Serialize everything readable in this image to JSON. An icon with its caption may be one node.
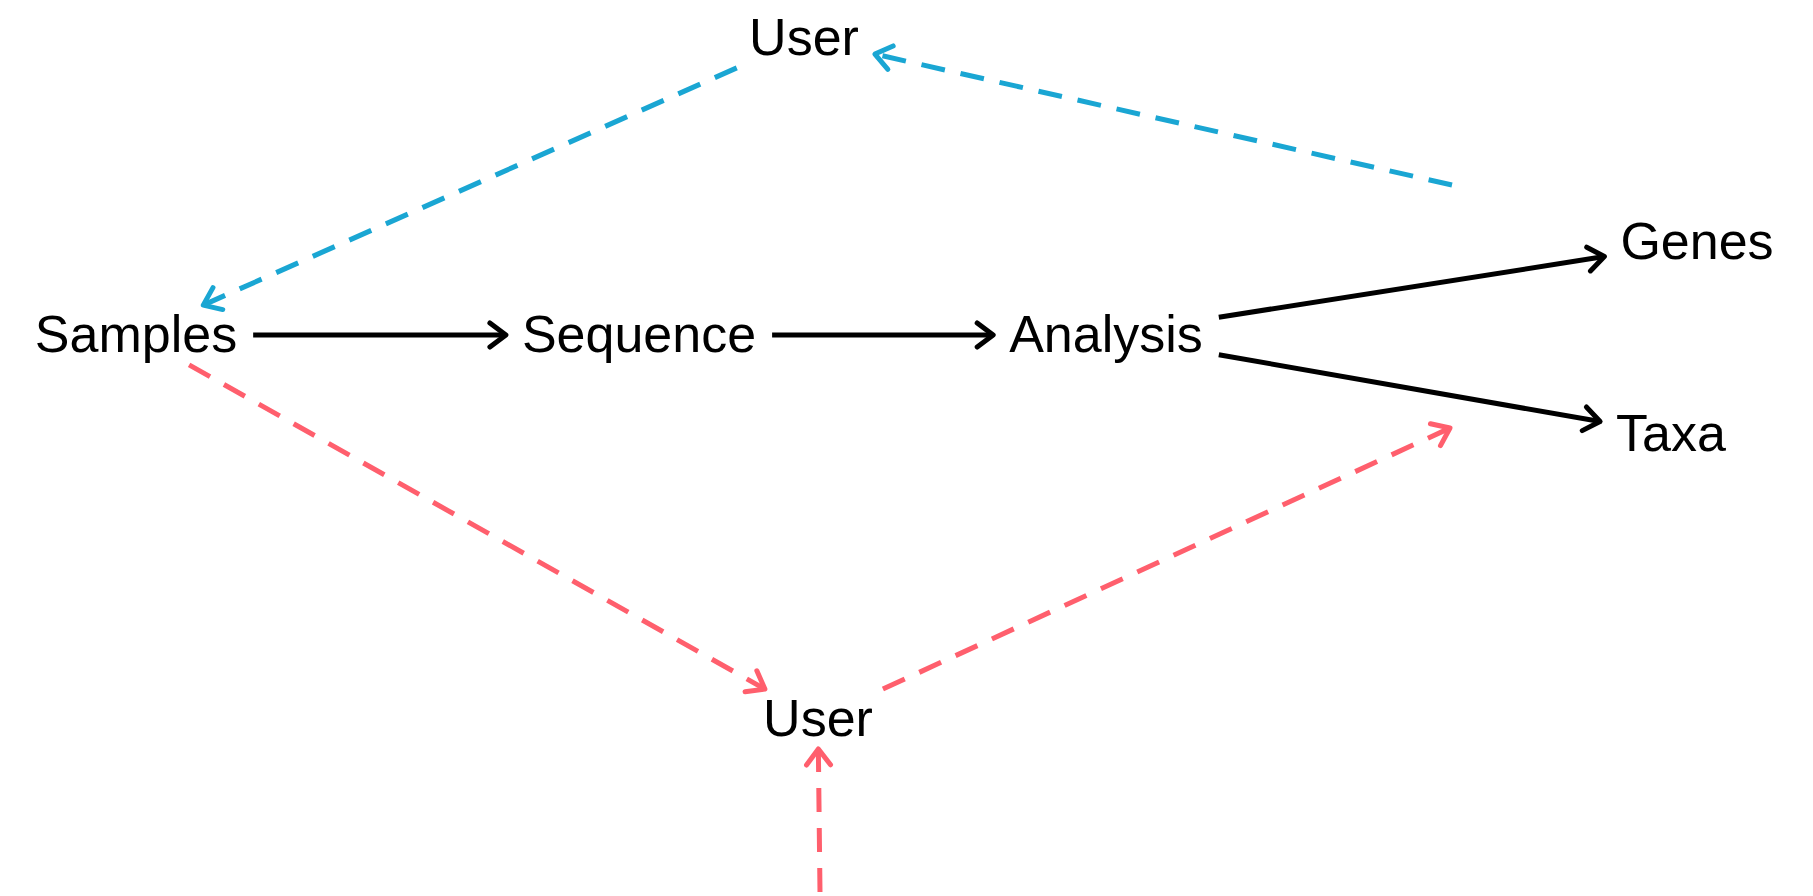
{
  "diagram": {
    "nodes": [
      {
        "text": [
          "User"
        ]
      },
      {
        "text": [
          "Samples"
        ]
      },
      {
        "text": [
          "Sequence"
        ]
      },
      {
        "text": [
          "Analysis"
        ]
      },
      {
        "text": [
          "Genes"
        ]
      },
      {
        "text": [
          "Taxa"
        ]
      },
      {
        "text": [
          "User"
        ]
      }
    ],
    "edges": [
      {
        "from": 1,
        "to": 2,
        "arrow": "to"
      },
      {
        "from": 2,
        "to": 3,
        "arrow": "to"
      },
      {
        "from": 3,
        "to": 4,
        "arrow": "to"
      },
      {
        "from": 3,
        "to": 5,
        "arrow": "to"
      },
      {
        "from": null,
        "to": 0,
        "arrow": "to",
        "style": "dashed",
        "color": "#1aa6d3"
      },
      {
        "from": 0,
        "to": 1,
        "arrow": "to",
        "style": "dashed",
        "color": "#1aa6d3"
      },
      {
        "from": 1,
        "to": 6,
        "arrow": "to",
        "style": "dashed",
        "color": "#ff5f6d"
      },
      {
        "from": 6,
        "to": null,
        "arrow": "to",
        "style": "dashed",
        "color": "#ff5f6d"
      },
      {
        "from": null,
        "to": 6,
        "arrow": "to",
        "style": "dashed",
        "color": "#ff5f6d"
      }
    ]
  }
}
